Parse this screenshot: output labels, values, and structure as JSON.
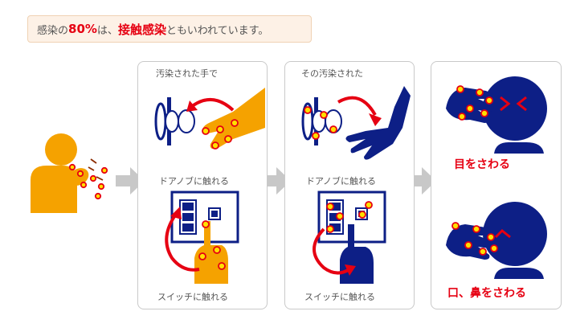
{
  "headline": {
    "prefix": "感染の",
    "percent": "80%",
    "mid": "は、",
    "emphasis": "接触感染",
    "suffix": "ともいわれています。"
  },
  "panel1": {
    "top_label": "汚染された手で",
    "door_caption": "ドアノブに触れる",
    "switch_caption": "スイッチに触れる"
  },
  "panel2": {
    "top_label": "その汚染された",
    "door_caption": "ドアノブに触れる",
    "switch_caption": "スイッチに触れる"
  },
  "panel3": {
    "caption_eyes": "目をさわる",
    "caption_mouth_nose": "口、鼻をさわる"
  },
  "colors": {
    "accent_red": "#e60012",
    "skin_orange": "#f5a200",
    "navy": "#0d1f86",
    "arrow_gray": "#c8c8c8",
    "germ_yellow": "#ffe000"
  }
}
